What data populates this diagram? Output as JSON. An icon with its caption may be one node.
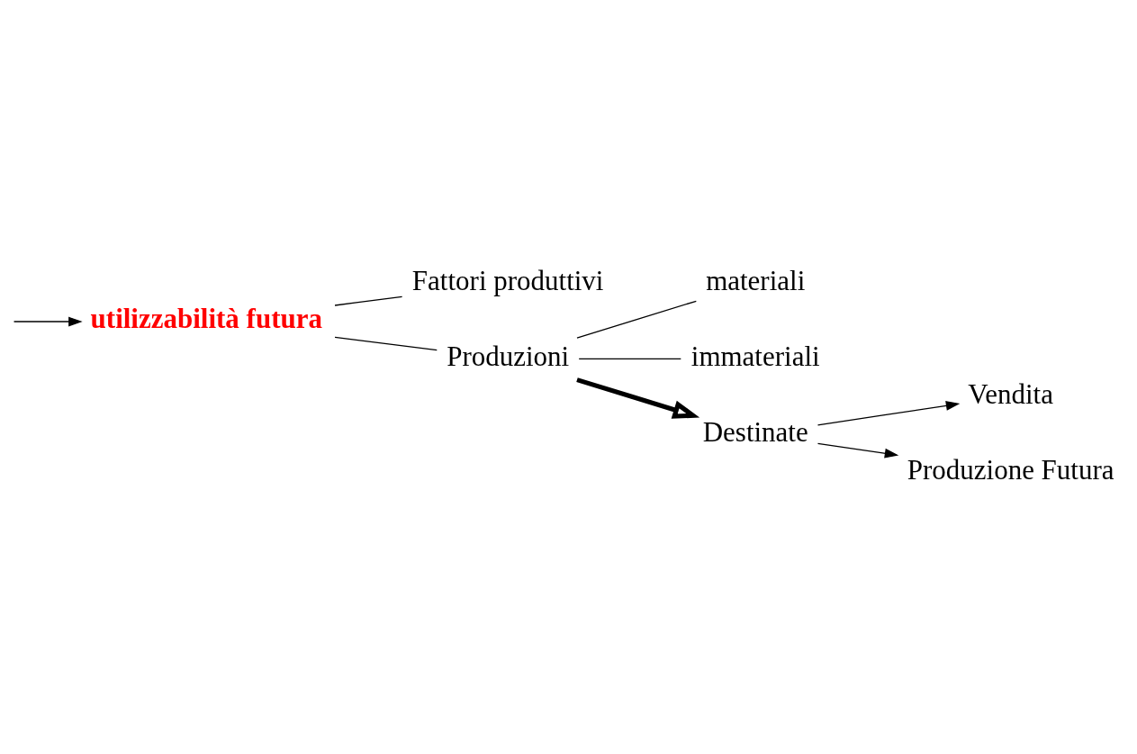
{
  "diagram": {
    "nodes": [
      {
        "text": [
          "utilizzabilità futura"
        ]
      },
      {
        "text": [
          "Fattori produttivi"
        ]
      },
      {
        "text": [
          "Produzioni"
        ]
      },
      {
        "text": [
          "materiali"
        ]
      },
      {
        "text": [
          "immateriali"
        ]
      },
      {
        "text": [
          "Destinate"
        ]
      },
      {
        "text": [
          "Vendita"
        ]
      },
      {
        "text": [
          "Produzione Futura"
        ]
      }
    ],
    "edges": [
      {
        "from": null,
        "to": 0,
        "arrow": "to"
      },
      {
        "from": 0,
        "to": 1,
        "arrow": "none"
      },
      {
        "from": 0,
        "to": 2,
        "arrow": "none"
      },
      {
        "from": 2,
        "to": 3,
        "arrow": "none"
      },
      {
        "from": 2,
        "to": 4,
        "arrow": "none"
      },
      {
        "from": 2,
        "to": 5,
        "arrow": "to",
        "style": "thick"
      },
      {
        "from": 5,
        "to": 6,
        "arrow": "to"
      },
      {
        "from": 5,
        "to": 7,
        "arrow": "to"
      }
    ]
  }
}
